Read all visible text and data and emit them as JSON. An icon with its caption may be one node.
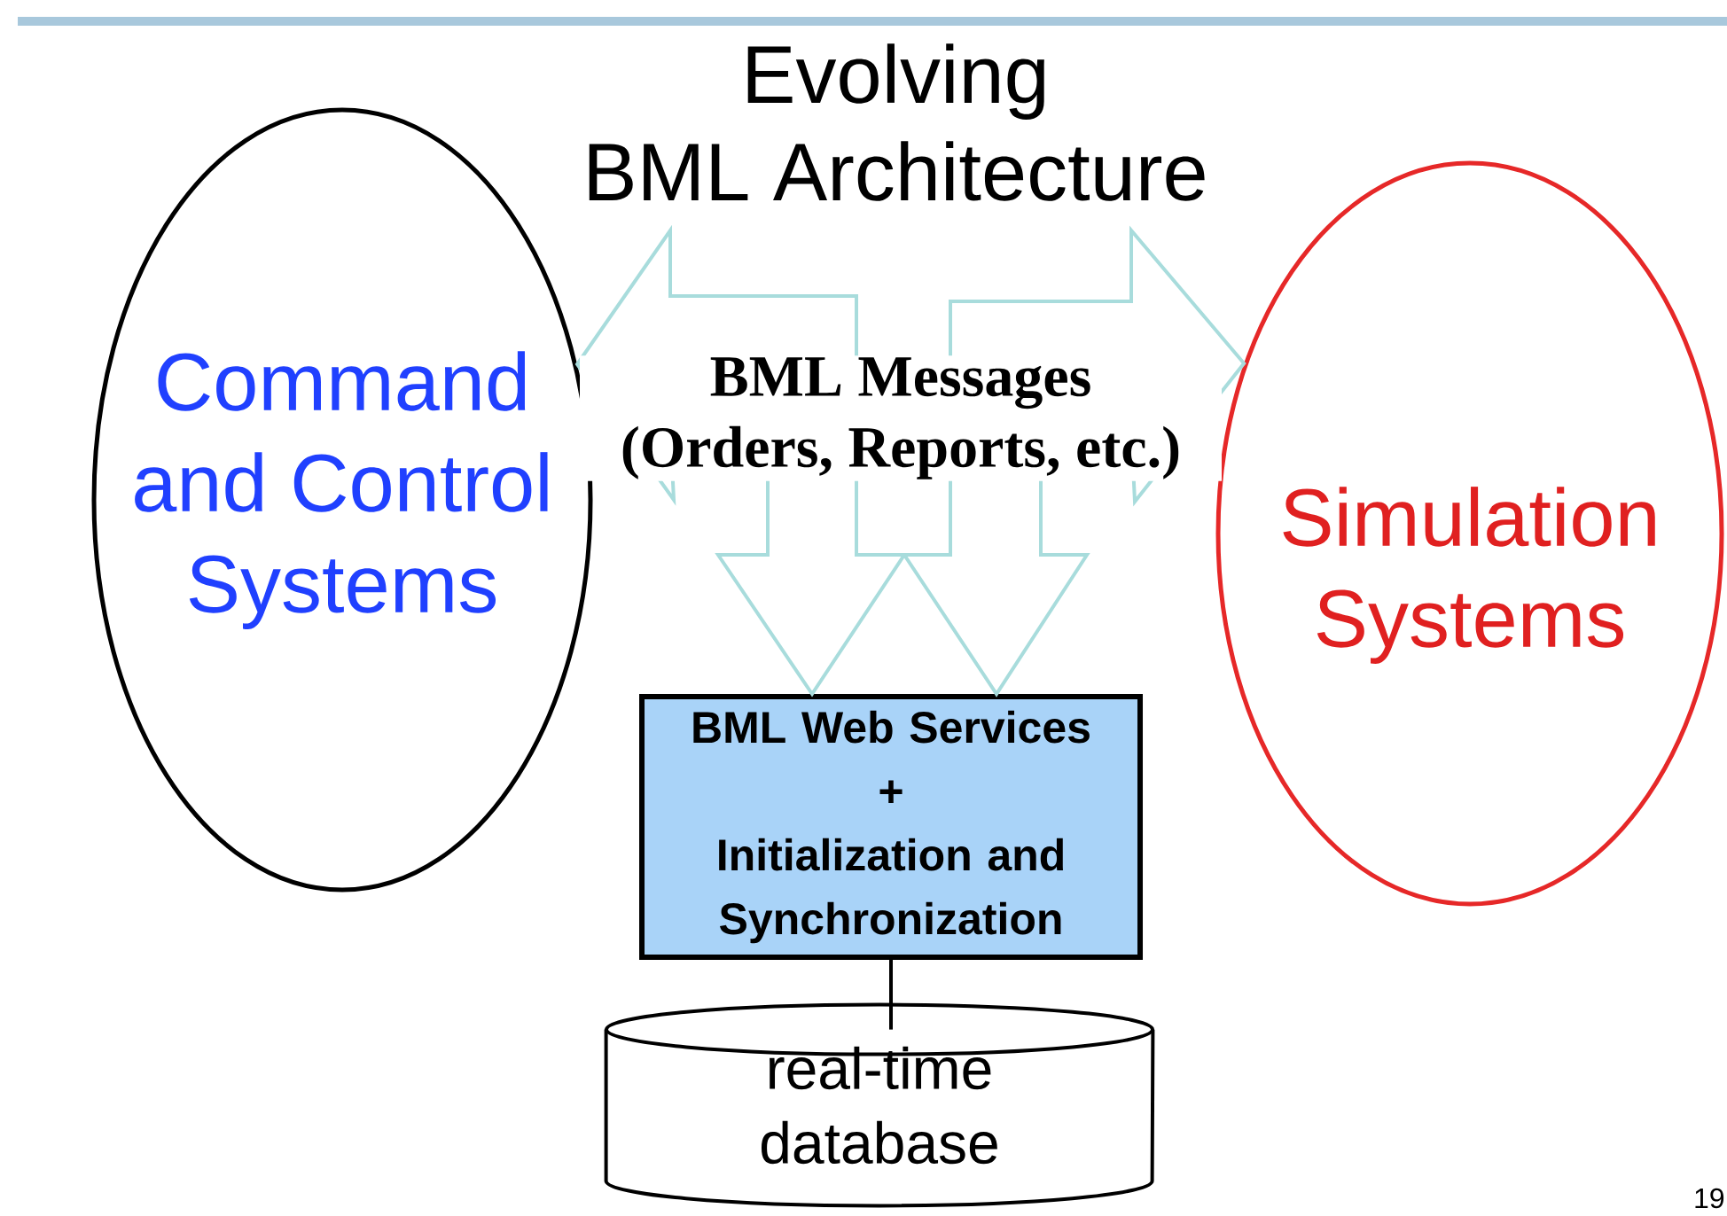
{
  "diagram": {
    "title": "Evolving BML Architecture",
    "nodes": [
      {
        "text": [
          "Command and Control Systems"
        ]
      },
      {
        "text": [
          "Simulation Systems"
        ]
      },
      {
        "text": [
          "BML Web Services",
          "+",
          "Initialization and Synchronization"
        ]
      },
      {
        "text": [
          "real-time database"
        ]
      }
    ],
    "edges": [
      {
        "from": 0,
        "to": 2,
        "arrow": "both",
        "style": "thick",
        "color": "#a8dcdc"
      },
      {
        "from": 1,
        "to": 2,
        "arrow": "both",
        "style": "thick",
        "color": "#a8dcdc"
      },
      {
        "from": 2,
        "to": 3,
        "arrow": "none"
      }
    ],
    "labels": [
      "BML Messages (Orders, Reports, etc.)",
      "19"
    ]
  }
}
